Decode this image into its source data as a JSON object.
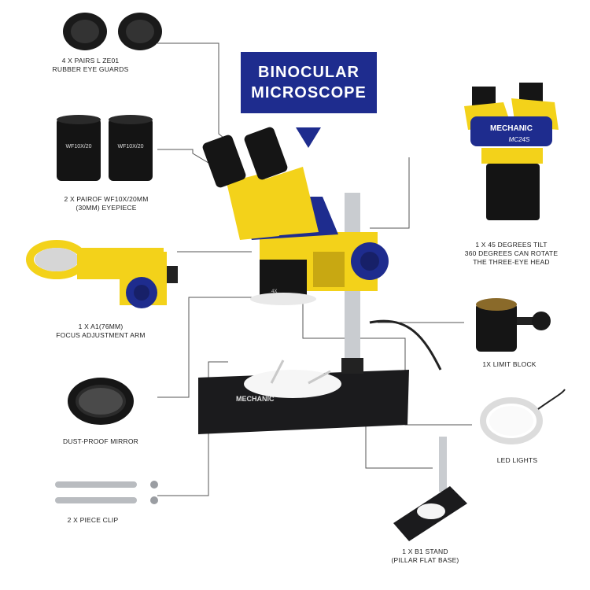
{
  "banner": {
    "line1": "BINOCULAR",
    "line2": "MICROSCOPE"
  },
  "labels": {
    "eye_guards": {
      "line1": "4 X PAIRS L ZE01",
      "line2": "RUBBER EYE GUARDS"
    },
    "eyepiece": {
      "line1": "2 X PAIROF WF10X/20MM",
      "line2": "(30MM) EYEPIECE"
    },
    "focus_arm": {
      "line1": "1 X A1(76MM)",
      "line2": "FOCUS ADJUSTMENT ARM"
    },
    "dust_mirror": {
      "line1": "DUST-PROOF MIRROR"
    },
    "piece_clip": {
      "line1": "2 X PIECE CLIP"
    },
    "head": {
      "line1": "1 X 45 DEGREES TILT",
      "line2": "360 DEGREES CAN ROTATE",
      "line3": "THE THREE-EYE HEAD"
    },
    "limit_block": {
      "line1": "1X LIMIT BLOCK"
    },
    "led_lights": {
      "line1": "LED LIGHTS"
    },
    "stand": {
      "line1": "1 X B1 STAND",
      "line2": "(PILLAR FLAT BASE)"
    }
  },
  "product_text": {
    "eyepiece_marking": "WF10X/20",
    "brand": "MECHANIC",
    "model": "MC24S",
    "zoom_marking": "4X"
  },
  "colors": {
    "accent": "#1e2c8e",
    "body_yellow": "#f3d21a",
    "base_black": "#1b1b1d",
    "lines": "#555555"
  }
}
